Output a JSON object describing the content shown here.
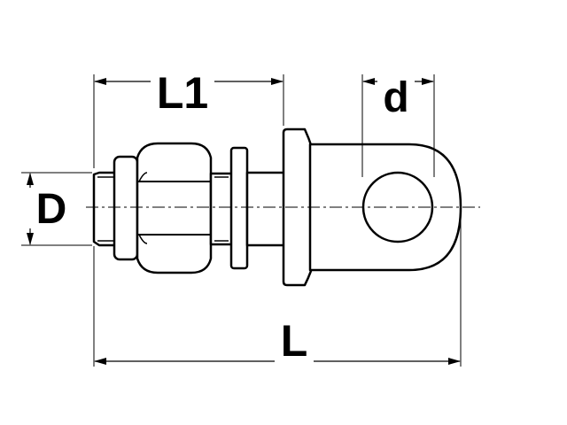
{
  "drawing": {
    "labels": {
      "overall_length": "L",
      "thread_length": "L1",
      "thread_diameter": "D",
      "eye_diameter": "d"
    },
    "colors": {
      "line": "#000000",
      "background": "#ffffff"
    }
  }
}
